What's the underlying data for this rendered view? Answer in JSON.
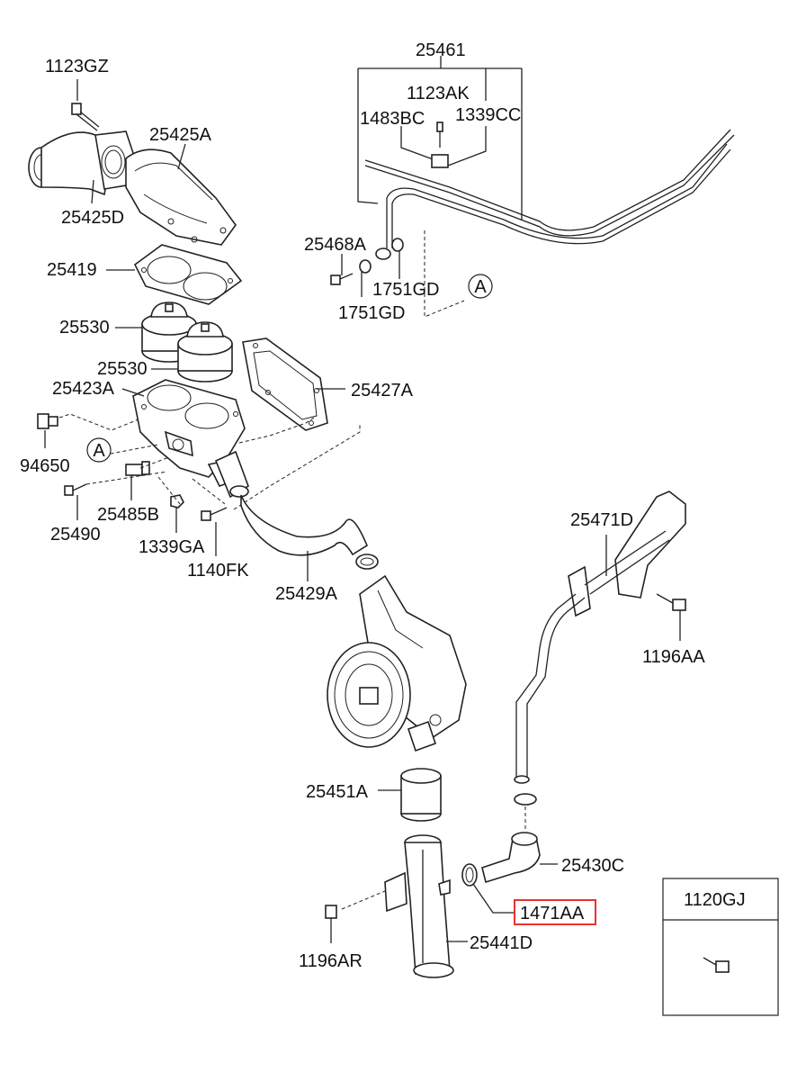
{
  "labels": {
    "p_1123GZ": "1123GZ",
    "p_25425A": "25425A",
    "p_25425D": "25425D",
    "p_25419": "25419",
    "p_25530_a": "25530",
    "p_25530_b": "25530",
    "p_25423A": "25423A",
    "p_25427A": "25427A",
    "p_94650": "94650",
    "p_25490": "25490",
    "p_25485B": "25485B",
    "p_1339GA": "1339GA",
    "p_1140FK": "1140FK",
    "p_25429A": "25429A",
    "p_25461": "25461",
    "p_1123AK": "1123AK",
    "p_1483BC": "1483BC",
    "p_1339CC": "1339CC",
    "p_25468A": "25468A",
    "p_1751GD_a": "1751GD",
    "p_1751GD_b": "1751GD",
    "p_25471D": "25471D",
    "p_1196AA": "1196AA",
    "p_25451A": "25451A",
    "p_25430C": "25430C",
    "p_1471AA": "1471AA",
    "p_25441D": "25441D",
    "p_1196AR": "1196AR",
    "p_1120GJ": "1120GJ",
    "ref_a_1": "A",
    "ref_a_2": "A"
  },
  "highlight": {
    "part": "1471AA",
    "color": "#e8332f"
  }
}
